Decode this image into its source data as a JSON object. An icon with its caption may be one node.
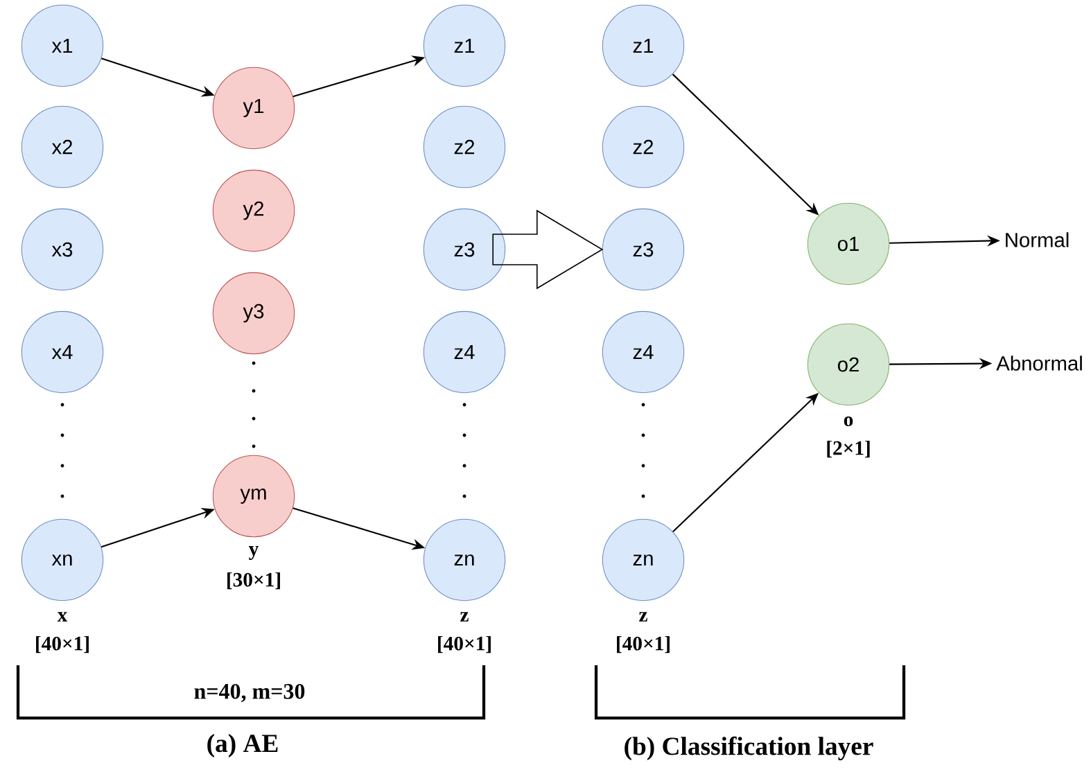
{
  "diagram": {
    "nodes": [
      {
        "text": [
          "x1"
        ]
      },
      {
        "text": [
          "x2"
        ]
      },
      {
        "text": [
          "x3"
        ]
      },
      {
        "text": [
          "x4"
        ]
      },
      {
        "text": [
          "xn"
        ],
        "beside": [
          "x",
          "[40×1]"
        ]
      },
      {
        "text": [
          "y1"
        ]
      },
      {
        "text": [
          "y2"
        ]
      },
      {
        "text": [
          "y3"
        ]
      },
      {
        "text": [
          "ym"
        ],
        "beside": [
          "y",
          "[30×1]"
        ]
      },
      {
        "text": [
          "z1"
        ]
      },
      {
        "text": [
          "z2"
        ]
      },
      {
        "text": [
          "z3"
        ]
      },
      {
        "text": [
          "z4"
        ]
      },
      {
        "text": [
          "zn"
        ],
        "beside": [
          "z",
          "[40×1]"
        ]
      },
      {
        "text": [
          "z1"
        ]
      },
      {
        "text": [
          "z2"
        ]
      },
      {
        "text": [
          "z3"
        ]
      },
      {
        "text": [
          "z4"
        ]
      },
      {
        "text": [
          "zn"
        ],
        "beside": [
          "z",
          "[40×1]"
        ]
      },
      {
        "text": [
          "o1"
        ]
      },
      {
        "text": [
          "o2"
        ],
        "beside": [
          "o",
          "[2×1]"
        ]
      },
      {
        "text": [
          "Normal"
        ]
      },
      {
        "text": [
          "Abnormal"
        ]
      }
    ],
    "edges": [
      {
        "from": 0,
        "to": 5,
        "arrow": "to"
      },
      {
        "from": 4,
        "to": 8,
        "arrow": "to"
      },
      {
        "from": 5,
        "to": 9,
        "arrow": "to"
      },
      {
        "from": 8,
        "to": 13,
        "arrow": "to"
      },
      {
        "from": 14,
        "to": 19,
        "arrow": "to"
      },
      {
        "from": 18,
        "to": 20,
        "arrow": "to"
      },
      {
        "from": 19,
        "to": 21,
        "arrow": "to"
      },
      {
        "from": 20,
        "to": 22,
        "arrow": "to"
      },
      {
        "from": 11,
        "to": 16,
        "arrow": "to",
        "style": "thick"
      }
    ],
    "labels": [
      "n=40, m=30",
      "(a) AE",
      "(b) Classification layer"
    ]
  }
}
